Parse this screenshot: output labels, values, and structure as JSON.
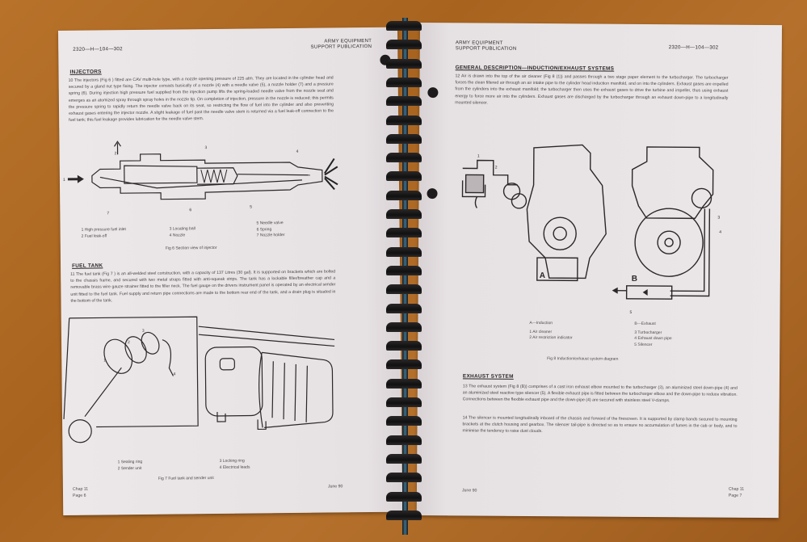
{
  "scene": {
    "description": "Open spiral-bound army equipment support publication lying on a wooden table"
  },
  "left_page": {
    "header": {
      "code": "2320—H—104—302",
      "publication": [
        "ARMY EQUIPMENT",
        "SUPPORT PUBLICATION"
      ]
    },
    "sections": [
      {
        "title": "INJECTORS",
        "paragraph": "10   The injectors (Fig 6 ) fitted are CAV multi-hole type, with a nozzle opening pressure of 225 atm. They are located in the cylinder head and secured by a gland nut type fixing. The injector consists basically of a nozzle (4) with a needle valve (5), a nozzle holder (7) and a pressure spring (6). During injection high pressure fuel supplied from the injection pump lifts the spring-loaded needle valve from the nozzle seat and emerges as an atomized spray through spray holes in the nozzle tip. On completion of injection, pressure in the nozzle is reduced; this permits the pressure spring to rapidly return the needle valve back on its seat, so restricting the flow of fuel into the cylinder and also preventing exhaust gases entering the injector nozzle. A slight leakage of fuel past the needle valve stem is returned via a fuel leak-off connection to the fuel tank; this fuel leakage provides lubrication for the needle valve stem."
      },
      {
        "title": "FUEL TANK",
        "paragraph": "11   The fuel tank (Fig 7 ) is an all-welded steel construction, with a capacity of 137 Litres (30 gal). It is supported on brackets which are bolted to the chassis frame, and secured with two metal straps fitted with anti-squeak strips. The tank has a lockable filler/breather cap and a removable brass wire gauze strainer fitted to the filler neck. The fuel gauge on the drivers instrument panel is operated by an electrical sender unit fitted to the fuel tank. Fuel supply and return pipe connections are made to the bottom rear end of the tank, and a drain plug is situated in the bottom of the tank."
      }
    ],
    "figure6": {
      "legend": [
        "1 High pressure fuel inlet",
        "2 Fuel leak-off",
        "3 Locating ball",
        "4 Nozzle",
        "5 Needle valve",
        "6 Spring",
        "7 Nozzle holder"
      ],
      "caption": "Fig 6  Section view of injector",
      "callouts": [
        "1",
        "2",
        "3",
        "4",
        "5",
        "6",
        "7"
      ]
    },
    "figure7": {
      "legend": [
        "1 Sealing ring",
        "2 Sender unit",
        "3 Locking ring",
        "4 Electrical leads"
      ],
      "caption": "Fig 7  Fuel tank and sender unit",
      "callouts": [
        "1",
        "2",
        "3",
        "4"
      ]
    },
    "footer": {
      "chap": "Chap  11",
      "page": "Page    6",
      "date": "June 90"
    }
  },
  "right_page": {
    "header": {
      "code": "2320—H—104—302",
      "publication": [
        "ARMY EQUIPMENT",
        "SUPPORT PUBLICATION"
      ]
    },
    "sections": [
      {
        "title": "GENERAL DESCRIPTION—INDUCTION/EXHAUST SYSTEMS",
        "paragraph": "12   Air is drawn into the top of the air cleaner (Fig 8 (1)) and passes through a two stage paper element to the turbocharger. The turbocharger forces the clean filtered air through an air intake pipe to the cylinder head induction manifold, and on into the cylinders. Exhaust gases are expelled from the cylinders into the exhaust manifold; the turbocharger then uses the exhaust gases to drive the turbine and impeller, thus using exhaust energy to force more air into the cylinders. Exhaust gases are discharged by the turbocharger through an exhaust down-pipe to a longitudinally mounted silencer."
      },
      {
        "title": "EXHAUST SYSTEM",
        "paragraphs": [
          "13   The exhaust system (Fig 8 (B)) comprises of a cast iron exhaust elbow mounted to the turbocharger (3), an aluminized steel down-pipe (4) and an aluminized steel reactive type silencer (5). A flexible exhaust pipe is fitted between the turbocharger elbow and the down-pipe to reduce vibration. Connections between the flexible exhaust pipe and the down-pipe (4) are secured with stainless steel V-clamps.",
          "14   The silencer is mounted longitudinally inboard of the chassis and forward of the firescreen. It is supported by clamp bands secured to mounting brackets at the clutch housing and gearbox. The silencer tail-pipe is directed so as to ensure no accumulation of fumes in the cab or body, and to minimise the tendency to raise dust clouds."
        ]
      }
    ],
    "figure8": {
      "panel_labels": [
        "A",
        "B"
      ],
      "legend_a_title": "A—Induction",
      "legend_a": [
        "1 Air cleaner",
        "2 Air restriction indicator"
      ],
      "legend_b_title": "B—Exhaust",
      "legend_b": [
        "3 Turbocharger",
        "4 Exhaust down pipe",
        "5 Silencer"
      ],
      "caption": "Fig 8  Induction/exhaust system diagram",
      "callouts": [
        "1",
        "2",
        "3",
        "4",
        "5"
      ]
    },
    "footer": {
      "chap": "Chap  11",
      "page": "Page    7",
      "date": "June 90"
    }
  },
  "binding": {
    "type": "plastic spiral coil",
    "color": "#141213",
    "coil_count": 27
  }
}
